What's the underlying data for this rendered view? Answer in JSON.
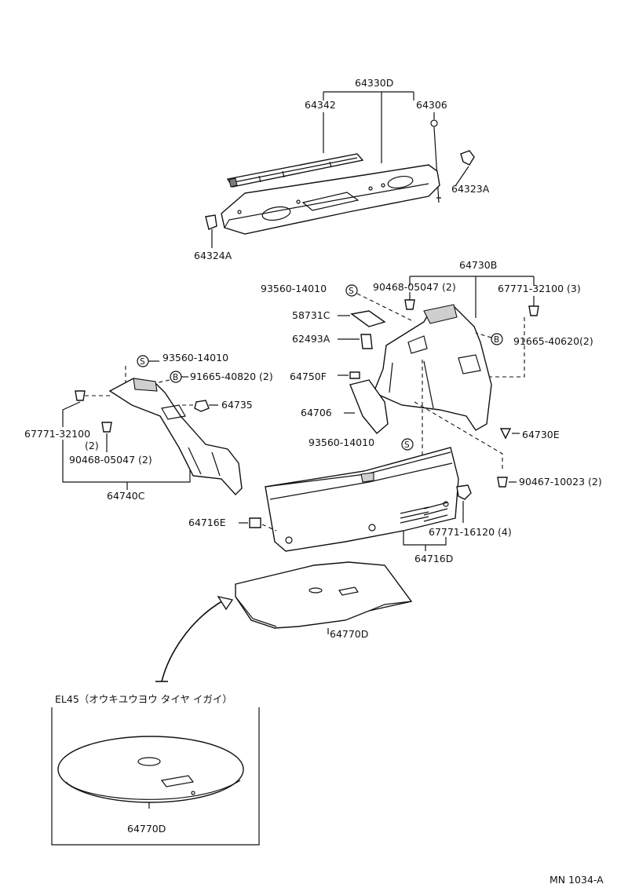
{
  "diagram": {
    "drawing_number": "MN 1034-A",
    "inset_title": "EL45（オウキユウヨウ タイヤ イガイ）",
    "labels": {
      "p64330D": "64330D",
      "p64342": "64342",
      "p64306": "64306",
      "p64323A": "64323A",
      "p64324A": "64324A",
      "p64730B": "64730B",
      "p93560_top": "93560-14010",
      "p90468_top": "90468-05047 (2)",
      "p67771_top": "67771-32100 (3)",
      "p58731C": "58731C",
      "p62493A": "62493A",
      "p91666_right": "91665-40620(2)",
      "p64750F": "64750F",
      "p64706": "64706",
      "p93560_mid": "93560-14010",
      "p64730E": "64730E",
      "p90467": "90467-10023 (2)",
      "p93560_left": "93560-14010",
      "p91666_left": "91665-40820 (2)",
      "p64735": "64735",
      "p67771_left": "67771-32100",
      "p67771_left_qty": "(2)",
      "p90468_left": "90468-05047 (2)",
      "p64740C": "64740C",
      "p64716E": "64716E",
      "p67771_bottom": "67771-16120 (4)",
      "p64716D": "64716D",
      "p64770D": "64770D",
      "p64770D_inset": "64770D"
    },
    "symbols": {
      "s": "S",
      "b": "B"
    }
  }
}
